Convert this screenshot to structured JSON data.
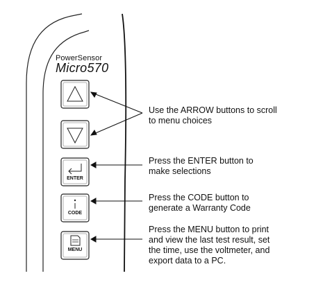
{
  "device": {
    "brand_line": "PowerSensor",
    "model": "Micro570"
  },
  "buttons": {
    "enter_label": "ENTER",
    "code_label": "CODE",
    "menu_label": "MENU"
  },
  "callouts": {
    "arrow_line1": "Use the ARROW buttons to scroll",
    "arrow_line2": "to menu choices",
    "enter_line1": "Press the ENTER button to",
    "enter_line2": "make selections",
    "code_line1": "Press the CODE button to",
    "code_line2": "generate a Warranty Code",
    "menu_line1": "Press the MENU button to print",
    "menu_line2": "and view the last test result, set",
    "menu_line3": "the time, use the voltmeter, and",
    "menu_line4": "export data to a PC."
  }
}
